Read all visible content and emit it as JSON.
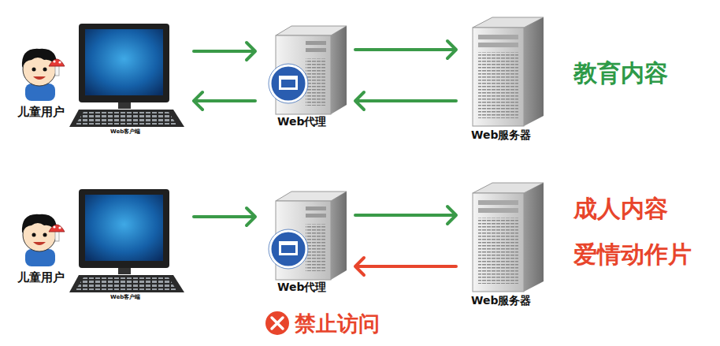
{
  "diagram": {
    "nodes": [
      {
        "text": [
          "儿童用户",
          "Web客户端"
        ]
      },
      {
        "text": [
          "Web代理"
        ]
      },
      {
        "text": [
          "Web服务器"
        ]
      },
      {
        "text": [
          "儿童用户",
          "Web客户端"
        ]
      },
      {
        "text": [
          "Web代理"
        ]
      },
      {
        "text": [
          "Web服务器"
        ]
      }
    ],
    "edges": [
      {
        "from": 0,
        "to": 1,
        "arrow": "to"
      },
      {
        "from": 1,
        "to": 2,
        "arrow": "to"
      },
      {
        "from": 2,
        "to": 1,
        "arrow": "to"
      },
      {
        "from": 1,
        "to": 0,
        "arrow": "to"
      },
      {
        "from": 3,
        "to": 4,
        "arrow": "to"
      },
      {
        "from": 4,
        "to": 5,
        "arrow": "to"
      },
      {
        "from": 5,
        "to": 4,
        "arrow": "to"
      }
    ],
    "labels": [
      "教育内容",
      "成人内容",
      "爱情动作片",
      "禁止访问"
    ]
  }
}
